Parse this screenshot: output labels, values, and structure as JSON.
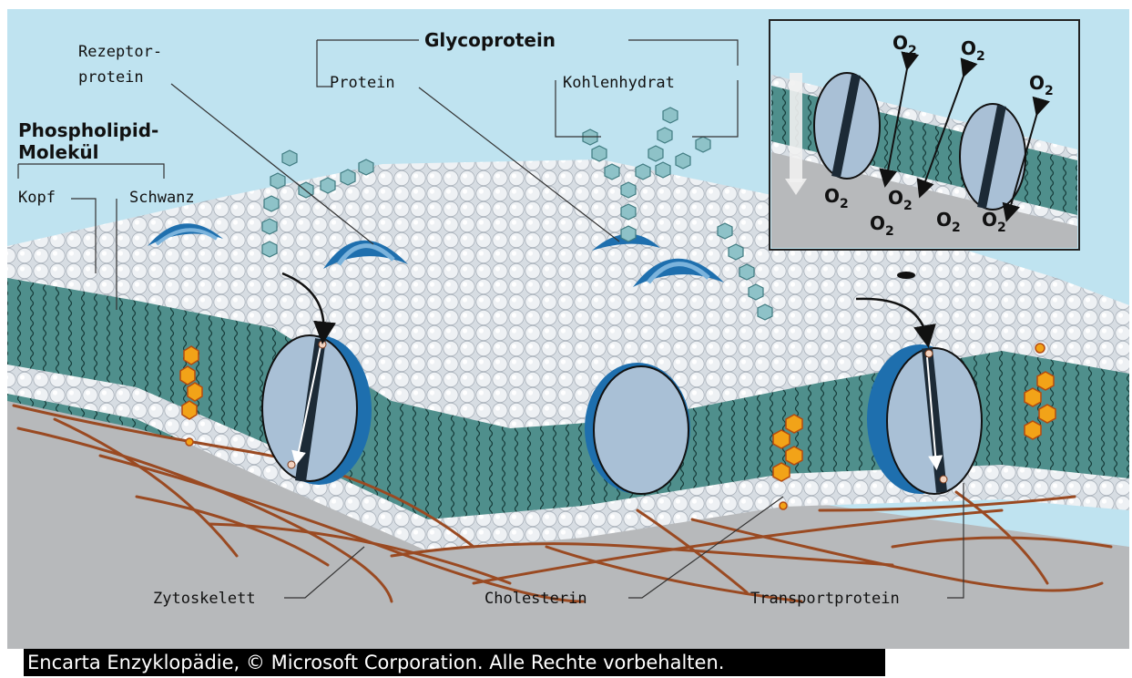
{
  "labels": {
    "rezeptor_line1": "Rezeptor-",
    "rezeptor_line2": "protein",
    "glycoprotein": "Glycoprotein",
    "protein": "Protein",
    "kohlenhydrat": "Kohlenhydrat",
    "phospholipid_line1": "Phospholipid-",
    "phospholipid_line2": "Molekül",
    "kopf": "Kopf",
    "schwanz": "Schwanz",
    "zytoskelett": "Zytoskelett",
    "cholesterin": "Cholesterin",
    "transportprotein": "Transportprotein"
  },
  "inset": {
    "molecule_label": "O2",
    "molecule_base": "O",
    "molecule_sub": "2"
  },
  "caption": "Encarta Enzyklopädie, © Microsoft Corporation. Alle Rechte vorbehalten.",
  "colors": {
    "sky": "#bfe3f0",
    "membrane_core": "#4f8f8c",
    "head": "#eef1f4",
    "protein_blue": "#1e6fae",
    "protein_face": "#a9c0d6",
    "cholesterol": "#f2a318",
    "cytoskeleton": "#9a4a22",
    "floor": "#b7b9bb"
  }
}
